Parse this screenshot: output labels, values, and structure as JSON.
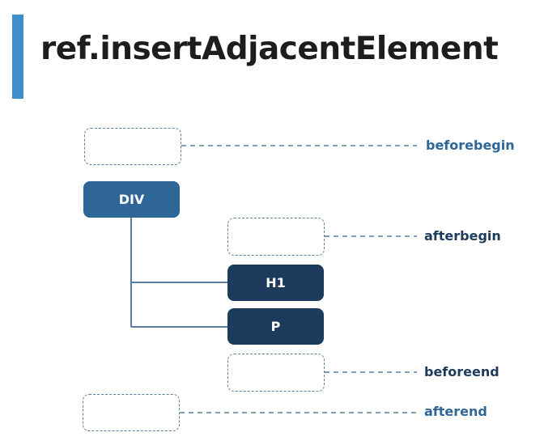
{
  "title": "ref.insertAdjacentElement",
  "nodes": {
    "div": "DIV",
    "h1": "H1",
    "p": "P"
  },
  "positions": {
    "beforebegin": "beforebegin",
    "afterbegin": "afterbegin",
    "beforeend": "beforeend",
    "afterend": "afterend"
  },
  "colors": {
    "accent": "#3e8ecb",
    "div_node": "#2f6698",
    "child_node": "#1d3b5c",
    "outer_label": "#2f6698",
    "inner_label": "#1d3b5c",
    "dashed": "#5b7f9e"
  }
}
